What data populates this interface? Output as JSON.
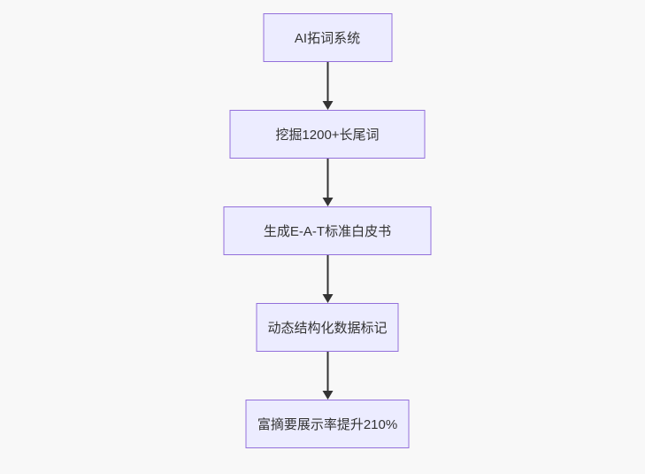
{
  "page": {
    "background_color": "#f8f8f8"
  },
  "flowchart": {
    "type": "flowchart-top-down",
    "node_fill_color": "#ECECFF",
    "node_border_color": "#9370DB",
    "arrow_color": "#333333",
    "text_color": "#333333",
    "nodes": [
      {
        "id": "n1",
        "label": "AI拓词系统"
      },
      {
        "id": "n2",
        "label": "挖掘1200+长尾词"
      },
      {
        "id": "n3",
        "label": "生成E-A-T标准白皮书"
      },
      {
        "id": "n4",
        "label": "动态结构化数据标记"
      },
      {
        "id": "n5",
        "label": "富摘要展示率提升210%"
      }
    ],
    "edges": [
      {
        "from": "AI拓词系统",
        "to": "挖掘1200+长尾词"
      },
      {
        "from": "挖掘1200+长尾词",
        "to": "生成E-A-T标准白皮书"
      },
      {
        "from": "生成E-A-T标准白皮书",
        "to": "动态结构化数据标记"
      },
      {
        "from": "动态结构化数据标记",
        "to": "富摘要展示率提升210%"
      }
    ]
  }
}
